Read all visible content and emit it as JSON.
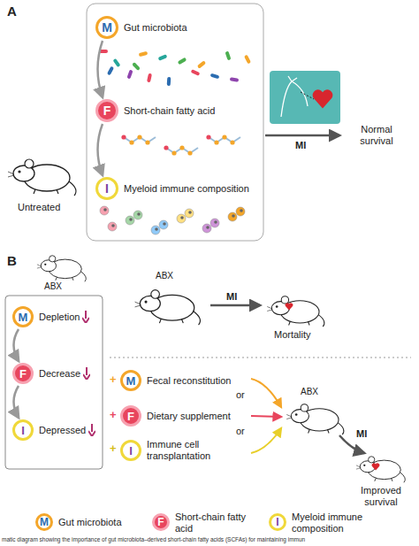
{
  "diagram": {
    "caption": "matic diagram showing the importance of gut microbiota–derived short-chain fatty acids (SCFAs) for maintaining immun",
    "nodes": [
      {
        "text": [
          "M",
          "Gut microbiota"
        ]
      },
      {
        "text": [
          "F",
          "Short-chain fatty acid"
        ]
      },
      {
        "text": [
          "I",
          "Myeloid immune composition"
        ]
      },
      {
        "text": [
          "M",
          "Depletion"
        ]
      },
      {
        "text": [
          "F",
          "Decrease"
        ]
      },
      {
        "text": [
          "I",
          "Depressed"
        ]
      },
      {
        "text": [
          "M",
          "Fecal reconstitution"
        ]
      },
      {
        "text": [
          "F",
          "Dietary supplement"
        ]
      },
      {
        "text": [
          "I",
          "Immune cell transplantation"
        ]
      }
    ],
    "edges": [
      {
        "from": 0,
        "to": 1,
        "arrow": "to"
      },
      {
        "from": 1,
        "to": 2,
        "arrow": "to"
      },
      {
        "from": 3,
        "to": 4,
        "arrow": "to"
      },
      {
        "from": 4,
        "to": 5,
        "arrow": "to"
      }
    ],
    "labels": [
      "A",
      "Untreated",
      "MI",
      "Normal survival",
      "B",
      "ABX",
      "ABX",
      "MI",
      "Mortality",
      "+",
      "+",
      "+",
      "or",
      "or",
      "ABX",
      "MI",
      "Improved survival",
      "M",
      "F",
      "I"
    ],
    "legend": [
      {
        "text": "Gut microbiota"
      },
      {
        "text": "Short-chain fatty acid"
      },
      {
        "text": "Myeloid immune composition"
      }
    ]
  }
}
